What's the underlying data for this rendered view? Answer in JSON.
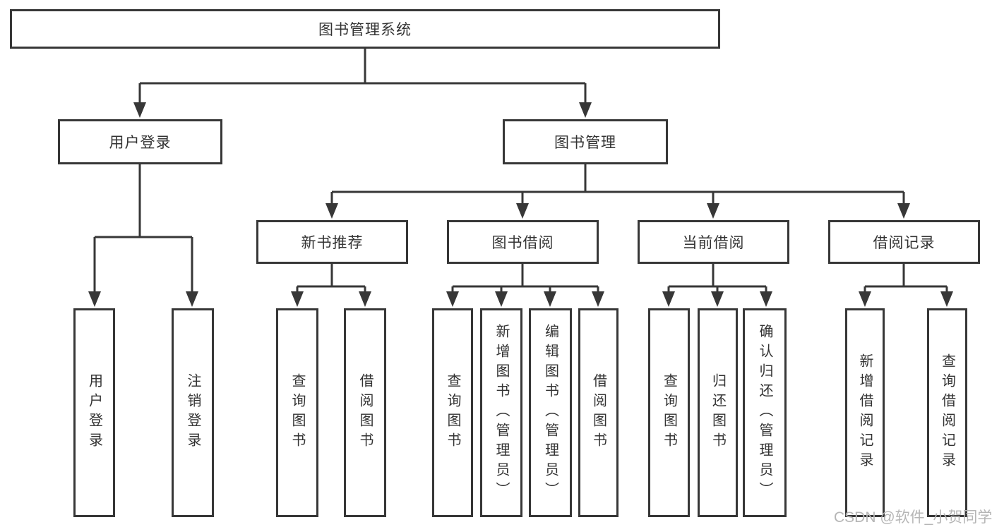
{
  "diagram": {
    "root": {
      "label": "图书管理系统"
    },
    "level2": {
      "user_login": {
        "label": "用户登录",
        "children": {
          "login": {
            "label": "用户登录"
          },
          "logout": {
            "label": "注销登录"
          }
        }
      },
      "book_mgmt": {
        "label": "图书管理",
        "children": {
          "new_book": {
            "label": "新书推荐",
            "children": {
              "query": {
                "label": "查询图书"
              },
              "borrow": {
                "label": "借阅图书"
              }
            }
          },
          "book_borrow": {
            "label": "图书借阅",
            "children": {
              "query": {
                "label": "查询图书"
              },
              "add": {
                "label": "新增图书（管理员）"
              },
              "edit": {
                "label": "编辑图书（管理员）"
              },
              "borrow": {
                "label": "借阅图书"
              }
            }
          },
          "current_borrow": {
            "label": "当前借阅",
            "children": {
              "query": {
                "label": "查询图书"
              },
              "return": {
                "label": "归还图书"
              },
              "confirm": {
                "label": "确认归还（管理员）"
              }
            }
          },
          "borrow_record": {
            "label": "借阅记录",
            "children": {
              "add_record": {
                "label": "新增借阅记录"
              },
              "query_record": {
                "label": "查询借阅记录"
              }
            }
          }
        }
      }
    },
    "colors": {
      "line": "#373737",
      "box_border": "#373737",
      "text": "#333333",
      "background": "#ffffff",
      "watermark": "#b6b6b6"
    },
    "watermark": "CSDN @软件_小贺同学"
  }
}
